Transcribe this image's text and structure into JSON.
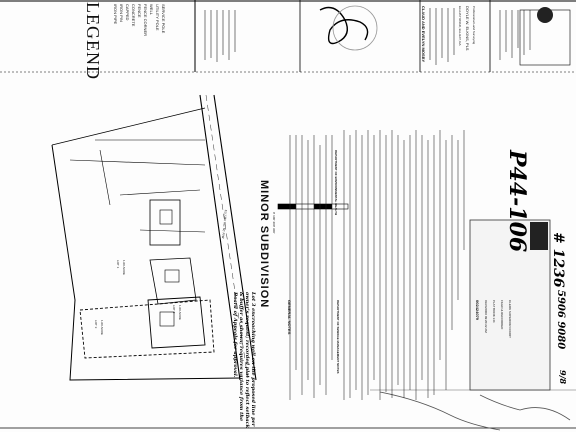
{
  "legend": {
    "title": "LEGEND",
    "items": [
      "IRON PIPE",
      "IRON PIN",
      "CAPPED",
      "CONCRETE",
      "FENCE",
      "FENCE CORNER",
      "WELL",
      "UTILITY POLE",
      "SERVICE POLE"
    ]
  },
  "header": {
    "surveyor": "DOYLE W. ELKINS, PLS",
    "firm": "Professional Land Surveying",
    "client": "CLAUD AND EVELYN MOSBY",
    "location": "ELLIJAY ROAD, ELLIJAY, GA"
  },
  "title_block": {
    "title": "MINOR SUBDIVISION",
    "scale_label": "0'   100'   200'   300'"
  },
  "road": {
    "label": "ELLIJAY RD. 60' R/W"
  },
  "lots": [
    {
      "name": "LOT 1",
      "acreage": "1.00 ACRE"
    },
    {
      "name": "LOT 2",
      "acreage": "1.00 ACRE"
    },
    {
      "name": "LOT 3",
      "acreage": "1.00 ACRE"
    }
  ],
  "notes": {
    "heading": "GENERAL NOTES",
    "sections": [
      "DEPARTMENT OF SEWAGE MANAGEMENT NOTES",
      "DEPARTMENT OF ENVIRONMENTAL HEALTH"
    ]
  },
  "handwritten": {
    "plat_number": "P44-106",
    "ref_number": "# 1236",
    "ref_number2": "5906 9080",
    "page_num": "9/8",
    "margin_note": "Lot 3 encroaching well on the proposed line per owner's request; recorded plat to reflect setback & buffer as shown; requires variance from the Board of Appeals for approval."
  },
  "recording_stamp": {
    "filed": "FILED & RECORDED",
    "clerk": "CLERK SUPERIOR COURT",
    "id": "002424079",
    "book_line": "PLAT BOOK 144",
    "date": "03/24/2006 09:20:22 AM"
  }
}
